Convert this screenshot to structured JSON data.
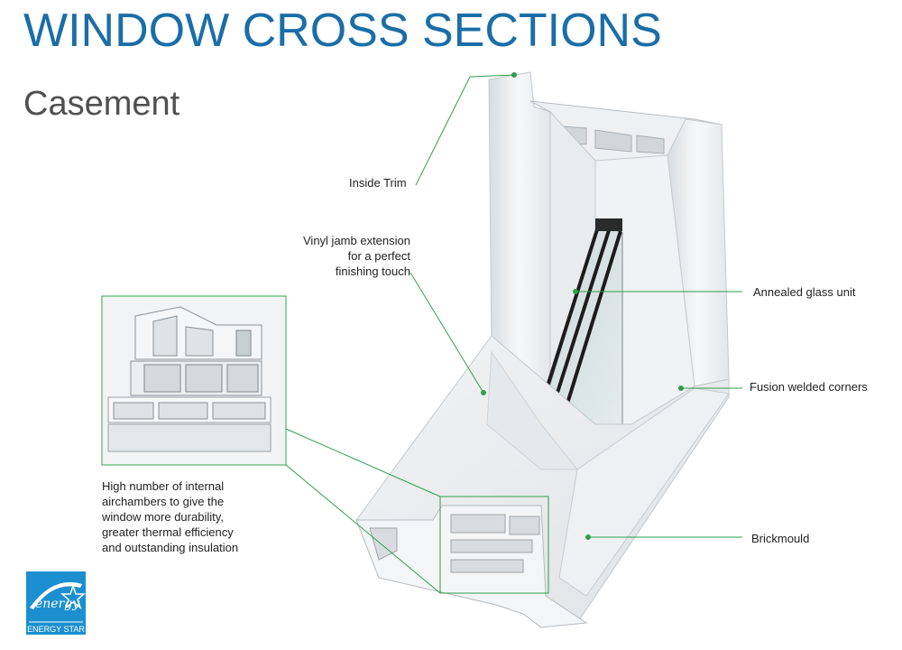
{
  "header": {
    "title": "WINDOW CROSS SECTIONS",
    "subtitle": "Casement"
  },
  "callouts": {
    "inside_trim": "Inside Trim",
    "vinyl_jamb": [
      "Vinyl jamb extension",
      "for a perfect",
      "finishing touch"
    ],
    "annealed_glass": "Annealed glass unit",
    "fusion_welded": "Fusion welded corners",
    "brickmould": "Brickmould",
    "airchambers": [
      "High number of internal",
      "airchambers to give the",
      "window more durability,",
      "greater thermal efficiency",
      "and outstanding insulation"
    ]
  },
  "logo": {
    "script": "energy",
    "caption": "ENERGY STAR"
  },
  "colors": {
    "title": "#1a6ea8",
    "subtitle": "#505050",
    "leader": "#2e9e4f",
    "logo": "#1b8fd0"
  }
}
